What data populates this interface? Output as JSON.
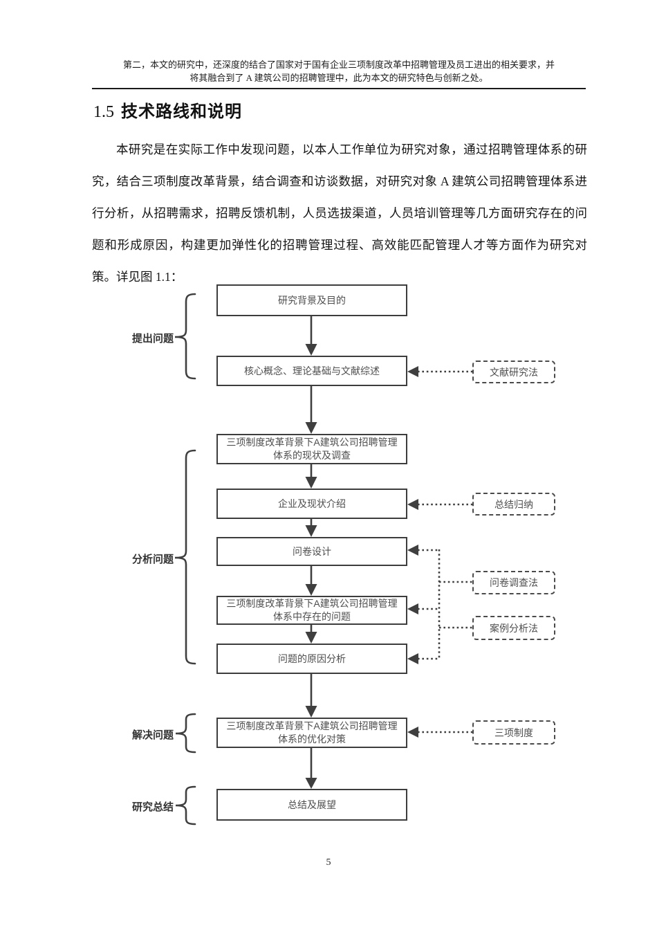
{
  "page_header": {
    "line1": "第二，本文的研究中，还深度的结合了国家对于国有企业三项制度改革中招聘管理及员工进出的相关要求，并",
    "line2": "将其融合到了 A 建筑公司的招聘管理中，此为本文的研究特色与创新之处。"
  },
  "section": {
    "number": "1.5",
    "title": "技术路线和说明"
  },
  "paragraph": "本研究是在实际工作中发现问题，以本人工作单位为研究对象，通过招聘管理体系的研究，结合三项制度改革背景，结合调查和访谈数据，对研究对象 A 建筑公司招聘管理体系进行分析，从招聘需求，招聘反馈机制，人员选拔渠道，人员培训管理等几方面研究存在的问题和形成原因，构建更加弹性化的招聘管理过程、高效能匹配管理人才等方面作为研究对策。详见图 1.1：",
  "flowchart": {
    "stages": [
      "提出问题",
      "分析问题",
      "解决问题",
      "研究总结"
    ],
    "main_boxes": [
      "研究背景及目的",
      "核心概念、理论基础与文献综述",
      "三项制度改革背景下A建筑公司招聘管理体系的现状及调查",
      "企业及现状介绍",
      "问卷设计",
      "三项制度改革背景下A建筑公司招聘管理体系中存在的问题",
      "问题的原因分析",
      "三项制度改革背景下A建筑公司招聘管理体系的优化对策",
      "总结及展望"
    ],
    "method_boxes": [
      "文献研究法",
      "总结归纳",
      "问卷调查法",
      "案例分析法",
      "三项制度"
    ]
  },
  "page_number": "5",
  "colors": {
    "line": "#3f3f3f",
    "box_border": "#3d3d3d",
    "box_text": "#4e4e4e",
    "label_text": "#333333"
  }
}
